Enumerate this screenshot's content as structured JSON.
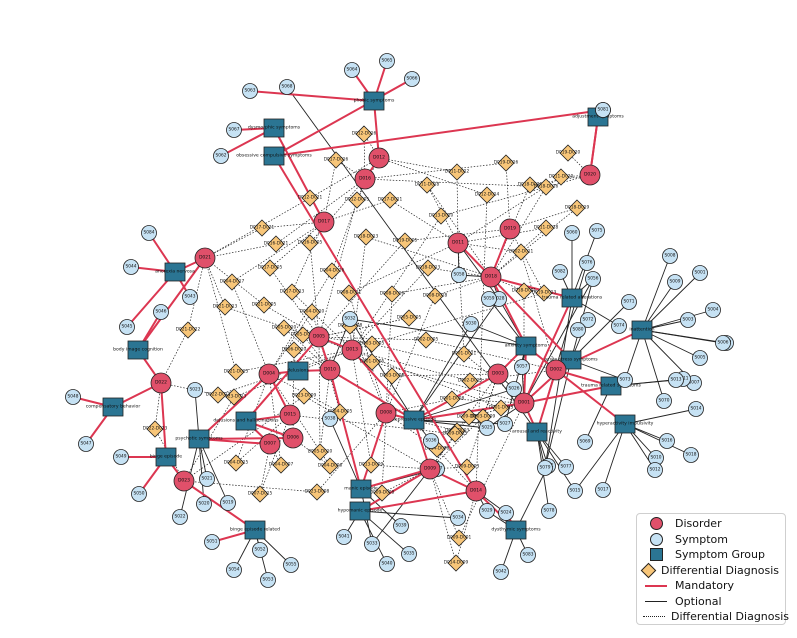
{
  "colors": {
    "disorder": "#e0506a",
    "symptom": "#c6e2f4",
    "group": "#2b7593",
    "diff": "#f8c679",
    "mandatory": "#dc3651",
    "optional": "#222222",
    "outline": "#222222"
  },
  "legend": [
    {
      "key": "disorder",
      "label": "Disorder"
    },
    {
      "key": "symptom",
      "label": "Symptom"
    },
    {
      "key": "group",
      "label": "Symptom Group"
    },
    {
      "key": "diff",
      "label": "Differential Diagnosis"
    },
    {
      "key": "mand",
      "label": "Mandatory"
    },
    {
      "key": "opt",
      "label": "Optional"
    },
    {
      "key": "dot",
      "label": "Differential Diagnosis"
    }
  ],
  "disorders": [
    "D001",
    "D002",
    "D003",
    "D004",
    "D005",
    "D006",
    "D007",
    "D008",
    "D009",
    "D010",
    "D011",
    "D012",
    "D013",
    "D014",
    "D015",
    "D016",
    "D017",
    "D018",
    "D019",
    "D020",
    "D021",
    "D022",
    "D023"
  ],
  "symptoms": [
    "S001",
    "S002",
    "S003",
    "S004",
    "S005",
    "S006",
    "S007",
    "S008",
    "S009",
    "S010",
    "S011",
    "S012",
    "S013",
    "S014",
    "S015",
    "S016",
    "S017",
    "S018",
    "S019",
    "S020",
    "S021",
    "S022",
    "S023",
    "S024",
    "S025",
    "S026",
    "S027",
    "S028",
    "S029",
    "S030",
    "S031",
    "S032",
    "S033",
    "S034",
    "S035",
    "S036",
    "S037",
    "S038",
    "S039",
    "S040",
    "S041",
    "S042",
    "S043",
    "S044",
    "S045",
    "S046",
    "S047",
    "S048",
    "S049",
    "S050",
    "S051",
    "S052",
    "S053",
    "S054",
    "S055",
    "S056",
    "S057",
    "S058",
    "S059",
    "S060",
    "S061",
    "S062",
    "S063",
    "S064",
    "S065",
    "S066",
    "S067",
    "S068",
    "S069",
    "S070",
    "S071",
    "S072",
    "S073",
    "S074",
    "S075",
    "S076",
    "S077",
    "S078",
    "S079",
    "S080",
    "S081",
    "S082",
    "S083",
    "S084"
  ],
  "symptom_groups": [
    "phobic symptoms",
    "adjustment symptoms",
    "dysmorphic symptoms",
    "obsessive compulsive symptoms",
    "anorexia nervosa",
    "body image cognition",
    "compensatory behavior",
    "binge episode",
    "binge episode related",
    "psychotic symptoms",
    "delusions and hallucinations",
    "delusions",
    "manic episode",
    "hypomanic episode",
    "depressive episode",
    "dysthymic symptoms",
    "anxiety symptoms",
    "trauma related alterations",
    "acute stress symptoms",
    "arousal and reactivity",
    "trauma related symptoms",
    "hyperactivity impulsivity",
    "inattention"
  ],
  "differential_diagnoses": [
    "D012-D016",
    "D017-D016",
    "D019-D016",
    "D019-D020",
    "D011-D020",
    "D018-D020",
    "D011-D012",
    "D011-D018",
    "D012-D014",
    "D018-D016",
    "D018-D019",
    "D012-D021",
    "D012-D005",
    "D017-D011",
    "D013-D020",
    "D011-D018",
    "D017-D021",
    "D016-D021",
    "D016-D005",
    "D018-D013",
    "D019-D005",
    "D002-D011",
    "D017-D005",
    "D004-D016",
    "D018-D013",
    "D008-D018",
    "D004-D017",
    "D017-D013",
    "D008-D011",
    "D019-D013",
    "D018-D001",
    "D021-D013",
    "D004-D010",
    "D008-D018",
    "D021-D022",
    "D021-D005",
    "D005-D010",
    "D013-D008",
    "D005-D005",
    "D005-D010",
    "D002-D005",
    "D006-D010",
    "D001-D011",
    "D003-D005",
    "D001-D005",
    "D021-D013",
    "D023-D013",
    "D003-D008",
    "D023-D009",
    "D001-D008",
    "D009-D001",
    "D004-D005",
    "D022-D023",
    "D005-D010",
    "D003-D009",
    "D022-D013",
    "D004-D015",
    "D004-D007",
    "D004-D006",
    "D007-D015",
    "D023-D008",
    "D013-D009",
    "D009-D008",
    "D014-D008",
    "D008-D003",
    "D009-D003",
    "D014-D009",
    "D009-D001",
    "D001-D013",
    "D002-D013",
    "D009-D015"
  ]
}
